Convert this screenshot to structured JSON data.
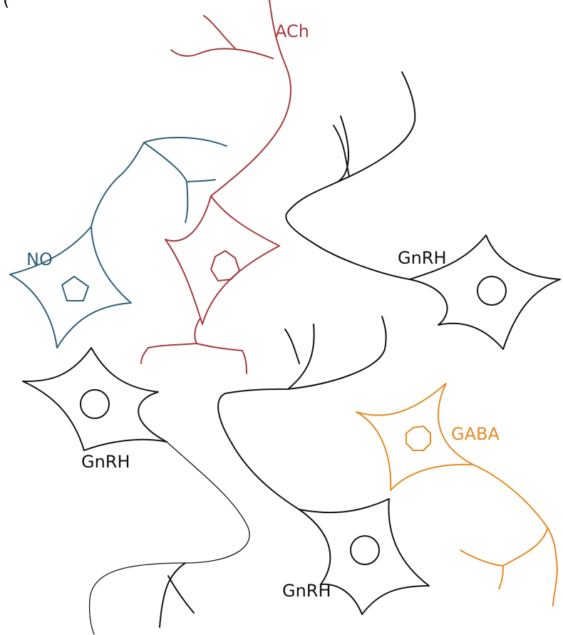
{
  "header_fragment": "(",
  "labels": {
    "ach": "ACh",
    "no": "NO",
    "gnrh_right": "GnRH",
    "gnrh_left": "GnRH",
    "gaba": "GABA",
    "gnrh_bottom": "GnRH"
  },
  "colors": {
    "ach": "#a53a3c",
    "no": "#2e5f7b",
    "gnrh": "#111111",
    "gaba": "#e58a22"
  }
}
